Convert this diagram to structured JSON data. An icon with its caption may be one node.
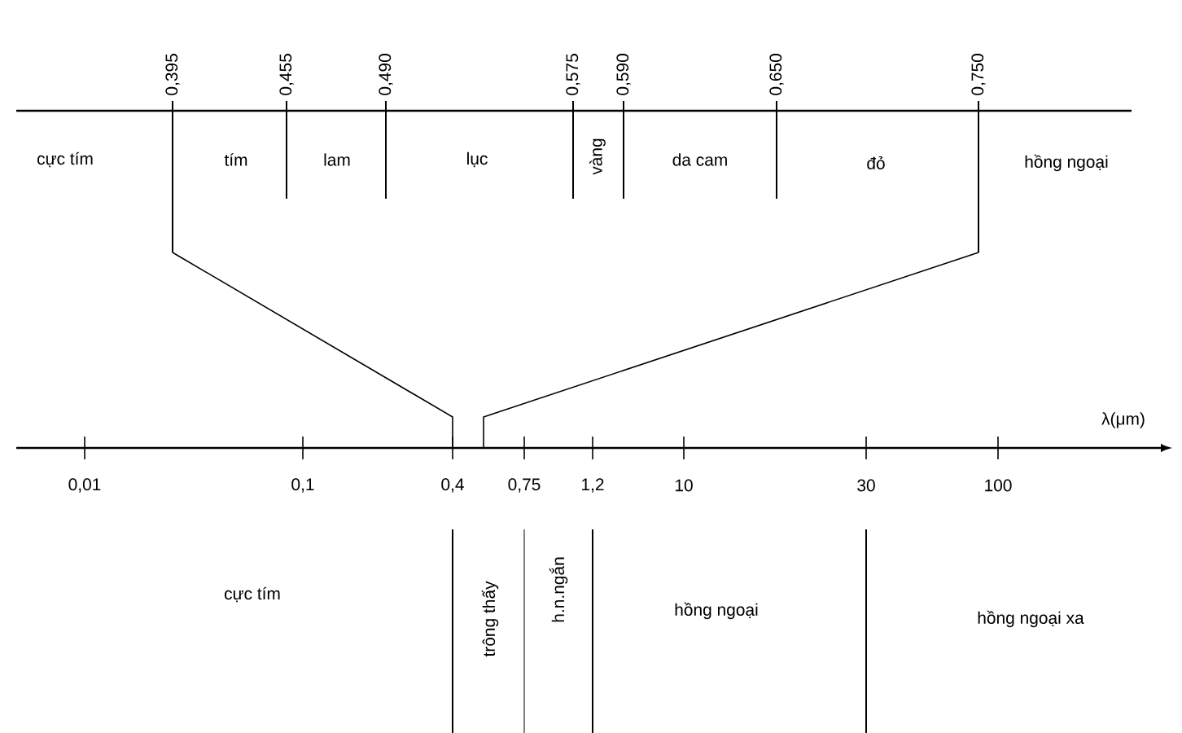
{
  "diagram": {
    "labels": [
      "0,395",
      "0,455",
      "0,490",
      "0,575",
      "0,590",
      "0,650",
      "0,750",
      "cực tím",
      "tím",
      "lam",
      "lục",
      "vàng",
      "da cam",
      "đỏ",
      "hồng ngoại",
      "λ(μm)",
      "0,01",
      "0,1",
      "0,4",
      "0,75",
      "1,2",
      "10",
      "30",
      "100",
      "cực tím",
      "trông thấy",
      "h.n.ngắn",
      "hồng ngoại",
      "hồng ngoại xa"
    ]
  }
}
